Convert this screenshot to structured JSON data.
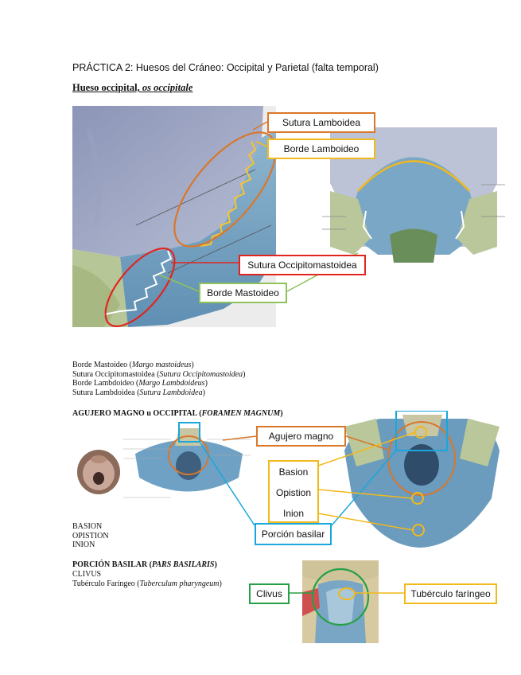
{
  "doc": {
    "title": "PRÁCTICA 2: Huesos del Cráneo: Occipital y Parietal (falta temporal)",
    "section1": {
      "heading_plain": "Hueso occipital, ",
      "heading_italic": "os occipitale",
      "labels": {
        "sutura_lamboidea": "Sutura Lamboidea",
        "borde_lamboideo": "Borde Lamboideo",
        "sutura_occipitomastoidea": "Sutura Occipitomastoidea",
        "borde_mastoideo": "Borde Mastoideo"
      },
      "terms": [
        {
          "term": "Borde Mastoideo (",
          "latin": "Margo mastoideus",
          "end": ")"
        },
        {
          "term": "Sutura Occipitomastoidea (",
          "latin": "Sutura Occipitomastoidea",
          "end": ")"
        },
        {
          "term": "Borde Lambdoideo (",
          "latin": "Margo Lambdoideus",
          "end": ")"
        },
        {
          "term": "Sutura Lambdoidea (",
          "latin": "Sutura Lambdoidea",
          "end": ")"
        }
      ]
    },
    "section2": {
      "heading_plain": "AGUJERO MAGNO u OCCIPITAL (",
      "heading_italic": "FORAMEN MAGNUM",
      "heading_end": ")",
      "labels": {
        "agujero_magno": "Agujero magno",
        "basion": "Basion",
        "opistion": "Opistion",
        "inion": "Inion",
        "porcion_basilar": "Porción basilar"
      },
      "terms": [
        "BASION",
        "OPISTION",
        "INION"
      ]
    },
    "section3": {
      "heading_plain": "PORCIÓN BASILAR (",
      "heading_italic": "PARS BASILARIS",
      "heading_end": ")",
      "line1": "CLIVUS",
      "line2_plain": "Tubérculo Faríngeo (",
      "line2_italic": "Tuberculum pharyngeum",
      "line2_end": ")",
      "labels": {
        "clivus": "Clivus",
        "tuberculo": "Tubérculo faríngeo"
      }
    },
    "colors": {
      "orange": "#d9772b",
      "yellow": "#f2b91c",
      "red": "#e0251f",
      "green": "#8fc25a",
      "cyan": "#1aa7dc",
      "dark_green": "#26a047",
      "bone_blue": "#6f9fc0",
      "bone_green": "#b9c79a"
    }
  }
}
